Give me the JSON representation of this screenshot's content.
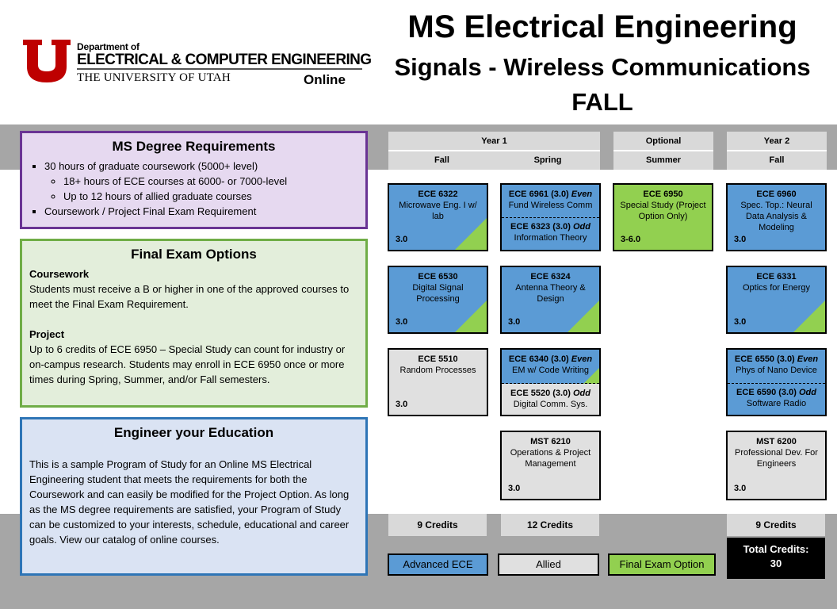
{
  "header": {
    "dept_of": "Department of",
    "dept_name": "ELECTRICAL & COMPUTER ENGINEERING",
    "university": "THE UNIVERSITY OF UTAH",
    "online": "Online",
    "title": "MS Electrical Engineering",
    "subtitle": "Signals - Wireless Communications",
    "term": "FALL"
  },
  "requirements": {
    "heading": "MS Degree Requirements",
    "items": [
      "30 hours of graduate coursework (5000+ level)",
      "18+ hours of ECE courses at 6000- or 7000-level",
      "Up to 12 hours of allied graduate courses",
      "Coursework / Project Final Exam Requirement"
    ]
  },
  "exam": {
    "heading": "Final Exam Options",
    "coursework_label": "Coursework",
    "coursework_text": "Students must receive a B or higher in one of the approved courses to meet the Final Exam Requirement.",
    "project_label": "Project",
    "project_text": "Up to 6 credits of ECE 6950 – Special Study can count for industry or on-campus research. Students may enroll in ECE 6950 once or more times during Spring, Summer, and/or Fall semesters."
  },
  "engineer": {
    "heading": "Engineer your Education",
    "text": "This is a sample Program of Study for an Online MS Electrical Engineering student that meets the requirements for both the Coursework and can easily be modified for the Project Option. As long as the MS degree requirements are satisfied, your Program of Study can be customized to your interests, schedule, educational and career goals. View our catalog of online courses."
  },
  "columns": {
    "year1": "Year 1",
    "year1_fall": "Fall",
    "year1_spring": "Spring",
    "optional": "Optional",
    "summer": "Summer",
    "year2": "Year 2",
    "year2_fall": "Fall"
  },
  "courses": {
    "c6322": {
      "code": "ECE 6322",
      "name": "Microwave Eng. I w/ lab",
      "credits": "3.0"
    },
    "c6961": {
      "code": "ECE 6961 (3.0)",
      "tag": "Even",
      "name": "Fund Wireless Comm"
    },
    "c6323": {
      "code": "ECE 6323 (3.0)",
      "tag": "Odd",
      "name": "Information Theory"
    },
    "c6950": {
      "code": "ECE 6950",
      "name": "Special Study (Project Option Only)",
      "credits": "3-6.0"
    },
    "c6960": {
      "code": "ECE 6960",
      "name": "Spec. Top.: Neural Data Analysis & Modeling",
      "credits": "3.0"
    },
    "c6530": {
      "code": "ECE 6530",
      "name": "Digital Signal Processing",
      "credits": "3.0"
    },
    "c6324": {
      "code": "ECE 6324",
      "name": "Antenna Theory & Design",
      "credits": "3.0"
    },
    "c6331": {
      "code": "ECE 6331",
      "name": "Optics for Energy",
      "credits": "3.0"
    },
    "c5510": {
      "code": "ECE 5510",
      "name": "Random Processes",
      "credits": "3.0"
    },
    "c6340": {
      "code": "ECE 6340 (3.0)",
      "tag": "Even",
      "name": "EM w/ Code Writing"
    },
    "c5520": {
      "code": "ECE 5520 (3.0)",
      "tag": "Odd",
      "name": "Digital Comm. Sys."
    },
    "c6550": {
      "code": "ECE 6550 (3.0)",
      "tag": "Even",
      "name": "Phys of Nano Device"
    },
    "c6590": {
      "code": "ECE 6590 (3.0)",
      "tag": "Odd",
      "name": "Software Radio"
    },
    "m6210": {
      "code": "MST 6210",
      "name": "Operations & Project Management",
      "credits": "3.0"
    },
    "m6200": {
      "code": "MST 6200",
      "name": "Professional Dev. For Engineers",
      "credits": "3.0"
    }
  },
  "totals": {
    "fall1": "9 Credits",
    "spring1": "12 Credits",
    "fall2": "9 Credits",
    "total_label": "Total Credits:",
    "total_value": "30"
  },
  "legend": {
    "advanced": "Advanced ECE",
    "allied": "Allied",
    "final_exam": "Final Exam Option"
  },
  "colors": {
    "advanced_ece": "#5b9bd5",
    "allied": "#e0e0e0",
    "final_exam_option": "#92d050",
    "utah_red": "#be0000"
  }
}
